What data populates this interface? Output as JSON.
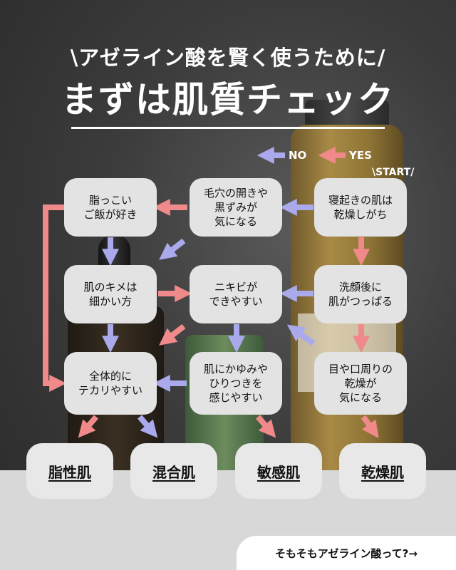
{
  "header": {
    "line1": "\\アゼライン酸を賢く使うために/",
    "line2": "まずは肌質チェック"
  },
  "legend": {
    "no": "NO",
    "yes": "YES",
    "start": "\\START/"
  },
  "questions": {
    "q1": "寝起きの肌は\n乾燥しがち",
    "q2": "毛穴の開きや\n黒ずみが\n気になる",
    "q3": "脂っこい\nご飯が好き",
    "q4": "洗顔後に\n肌がつっぱる",
    "q5": "ニキビが\nできやすい",
    "q6": "肌のキメは\n細かい方",
    "q7": "目や口周りの\n乾燥が\n気になる",
    "q8": "肌にかゆみや\nひりつきを\n感じやすい",
    "q9": "全体的に\nテカリやすい"
  },
  "results": [
    "脂性肌",
    "混合肌",
    "敏感肌",
    "乾燥肌"
  ],
  "footer": {
    "link": "そもそもアゼライン酸って?→"
  },
  "colors": {
    "yes_arrow": "#f08a8a",
    "no_arrow": "#a9a9ec",
    "box": "#e3e3e3"
  }
}
